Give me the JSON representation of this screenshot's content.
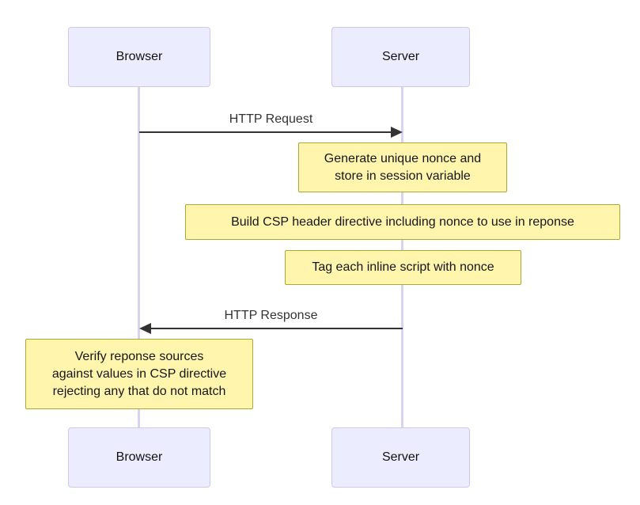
{
  "diagram": {
    "type": "sequence-diagram",
    "actors": [
      {
        "id": "browser",
        "label": "Browser"
      },
      {
        "id": "server",
        "label": "Server"
      }
    ],
    "messages": [
      {
        "from": "Browser",
        "to": "Server",
        "direction": "right",
        "label": "HTTP Request"
      },
      {
        "from": "Server",
        "to": "Browser",
        "direction": "left",
        "label": "HTTP Response"
      }
    ],
    "notes": [
      {
        "over": "Server",
        "lines": [
          "Generate unique nonce and",
          "store in session variable"
        ]
      },
      {
        "over": "Server",
        "lines": [
          "Build CSP header directive including nonce to use in reponse"
        ]
      },
      {
        "over": "Server",
        "lines": [
          "Tag each inline script with nonce"
        ]
      },
      {
        "over": "Browser",
        "lines": [
          "Verify reponse sources",
          "against values in CSP directive",
          "rejecting any that do not match"
        ]
      }
    ],
    "colors": {
      "background": "#FFFFFF",
      "actor_fill": "#ECECFF",
      "actor_border": "#D0C7EC",
      "lifeline": "#D9D2F1",
      "note_fill": "#FFF5AD",
      "note_border": "#AAAA33",
      "message_line": "#333333",
      "message_text": "#333333",
      "actor_text": "#111111"
    }
  }
}
